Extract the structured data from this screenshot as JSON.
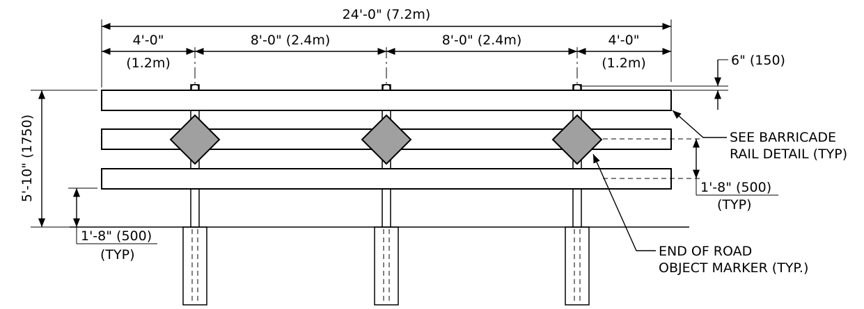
{
  "dimensions": {
    "overall": "24'-0\" (7.2m)",
    "end_left_ft": "4'-0\"",
    "end_left_m": "(1.2m)",
    "middle_left": "8'-0\" (2.4m)",
    "middle_right": "8'-0\" (2.4m)",
    "end_right_ft": "4'-0\"",
    "end_right_m": "(1.2m)",
    "rail_height": "6\" (150)",
    "total_height": "5'-10\" (1750)",
    "rail_gap": "1'-8\" (500)",
    "rail_gap_typ": "(TYP)",
    "ground_clearance": "1'-8\" (500)",
    "ground_clearance_typ": "(TYP)"
  },
  "callouts": {
    "rail_detail_line1": "SEE BARRICADE",
    "rail_detail_line2": "RAIL DETAIL (TYP)",
    "marker_line1": "END OF ROAD",
    "marker_line2": "OBJECT MARKER (TYP.)"
  },
  "colors": {
    "stripe": "#000000",
    "marker_fill": "#a0a0a0",
    "line": "#000000"
  }
}
